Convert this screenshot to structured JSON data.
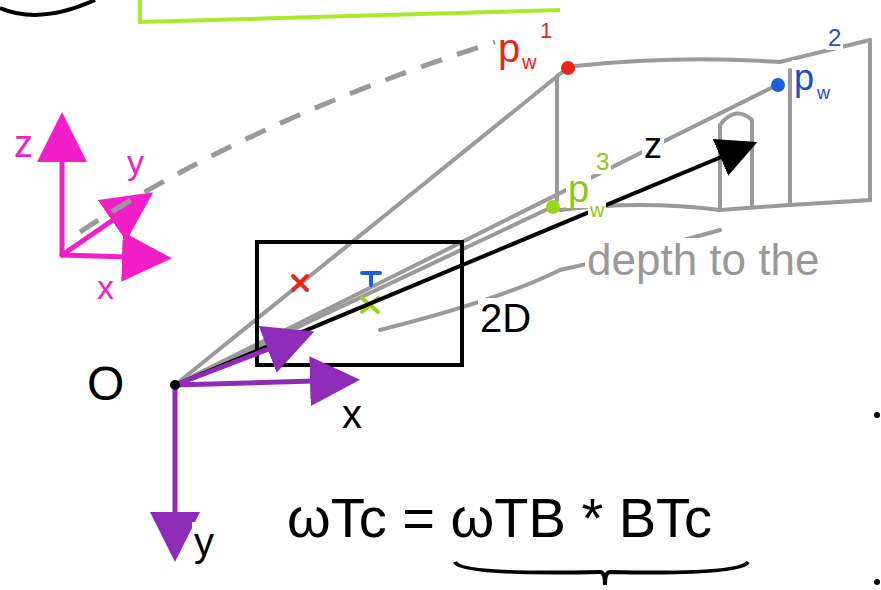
{
  "diagram": {
    "labels": [
      "z",
      "y",
      "x",
      "p",
      "w",
      "1",
      "p",
      "w",
      "2",
      "z",
      "p",
      "w",
      "3",
      "depth to the",
      "2D",
      "O",
      "x",
      "y",
      "ωTc = ωTB * BTc"
    ]
  }
}
